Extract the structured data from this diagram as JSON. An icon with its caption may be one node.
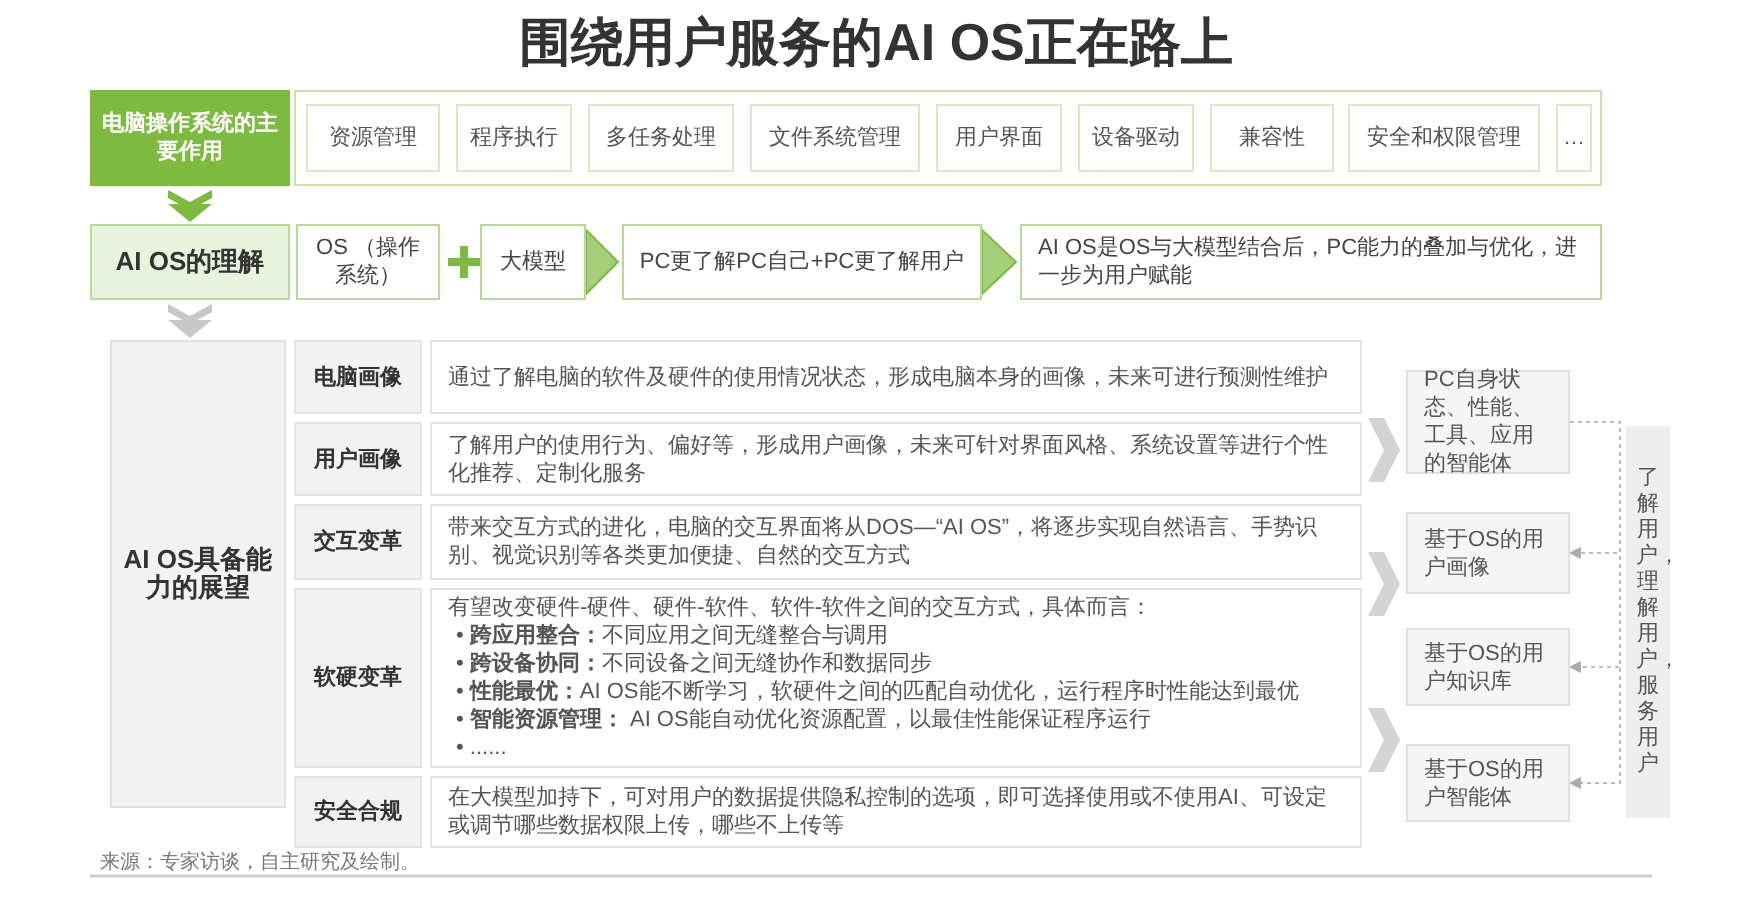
{
  "diagram": {
    "title": "围绕用户服务的AI OS正在路上",
    "nodes": [
      {
        "text": [
          "电脑操作系统的主要作用"
        ]
      },
      {
        "text": [
          "资源管理"
        ]
      },
      {
        "text": [
          "程序执行"
        ]
      },
      {
        "text": [
          "多任务处理"
        ]
      },
      {
        "text": [
          "文件系统管理"
        ]
      },
      {
        "text": [
          "用户界面"
        ]
      },
      {
        "text": [
          "设备驱动"
        ]
      },
      {
        "text": [
          "兼容性"
        ]
      },
      {
        "text": [
          "安全和权限管理"
        ]
      },
      {
        "text": [
          "…"
        ]
      },
      {
        "text": [
          "AI OS的理解"
        ]
      },
      {
        "text": [
          "OS （操作系统）"
        ]
      },
      {
        "text": [
          "大模型"
        ]
      },
      {
        "text": [
          "PC更了解PC自己+PC更了解用户"
        ]
      },
      {
        "text": [
          "AI OS是OS与大模型结合后，PC能力的叠加与优化，进一步为用户赋能"
        ]
      },
      {
        "text": [
          "AI OS具备能力的展望"
        ]
      },
      {
        "text": [
          "电脑画像"
        ]
      },
      {
        "text": [
          "通过了解电脑的软件及硬件的使用情况状态，形成电脑本身的画像，未来可进行预测性维护"
        ]
      },
      {
        "text": [
          "用户画像"
        ]
      },
      {
        "text": [
          "了解用户的使用行为、偏好等，形成用户画像，未来可针对界面风格、系统设置等进行个性化推荐、定制化服务"
        ]
      },
      {
        "text": [
          "交互变革"
        ]
      },
      {
        "text": [
          "带来交互方式的进化，电脑的交互界面将从DOS—“AI OS”，将逐步实现自然语言、手势识别、视觉识别等各类更加便捷、自然的交互方式"
        ]
      },
      {
        "text": [
          "软硬变革"
        ]
      },
      {
        "text": [
          "有望改变硬件-硬件、硬件-软件、软件-软件之间的交互方式，具体而言：",
          "• **跨应用整合：**不同应用之间无缝整合与调用",
          "• **跨设备协同：**不同设备之间无缝协作和数据同步",
          "• **性能最优：**AI OS能不断学习，软硬件之间的匹配自动优化，运行程序时性能达到最优",
          "• **智能资源管理：** AI OS能自动优化资源配置，以最佳性能保证程序运行",
          "• ......"
        ]
      },
      {
        "text": [
          "安全合规"
        ]
      },
      {
        "text": [
          "在大模型加持下，可对用户的数据提供隐私控制的选项，即可选择使用或不使用AI、可设定或调节哪些数据权限上传，哪些不上传等"
        ]
      },
      {
        "text": [
          "PC自身状态、性能、工具、应用的智能体"
        ]
      },
      {
        "text": [
          "基于OS的用户画像"
        ]
      },
      {
        "text": [
          "基于OS的用户知识库"
        ]
      },
      {
        "text": [
          "基于OS的用户智能体"
        ]
      },
      {
        "text": [
          "了解用户，理解用户，服务用户"
        ]
      }
    ],
    "edges": [
      {
        "from": 0,
        "to": 10,
        "arrow": "to",
        "style": "thick",
        "color": "#7dba3f"
      },
      {
        "from": 12,
        "to": 13,
        "arrow": "to",
        "style": "thick",
        "color": "#7dba3f"
      },
      {
        "from": 13,
        "to": 14,
        "arrow": "to",
        "style": "thick",
        "color": "#7dba3f"
      },
      {
        "from": 10,
        "to": 15,
        "arrow": "to",
        "style": "thick",
        "color": "#c8c8c8"
      },
      {
        "from": 19,
        "to": 26,
        "arrow": "to"
      },
      {
        "from": 21,
        "to": 27,
        "arrow": "to"
      },
      {
        "from": 23,
        "to": 29,
        "arrow": "to"
      },
      {
        "from": 26,
        "to": 27,
        "arrow": "to",
        "style": "dashed"
      },
      {
        "from": 26,
        "to": 28,
        "arrow": "to",
        "style": "dashed"
      },
      {
        "from": 26,
        "to": 29,
        "arrow": "to",
        "style": "dashed"
      }
    ],
    "labels": [
      "来源：专家访谈，自主研究及绘制。"
    ]
  }
}
